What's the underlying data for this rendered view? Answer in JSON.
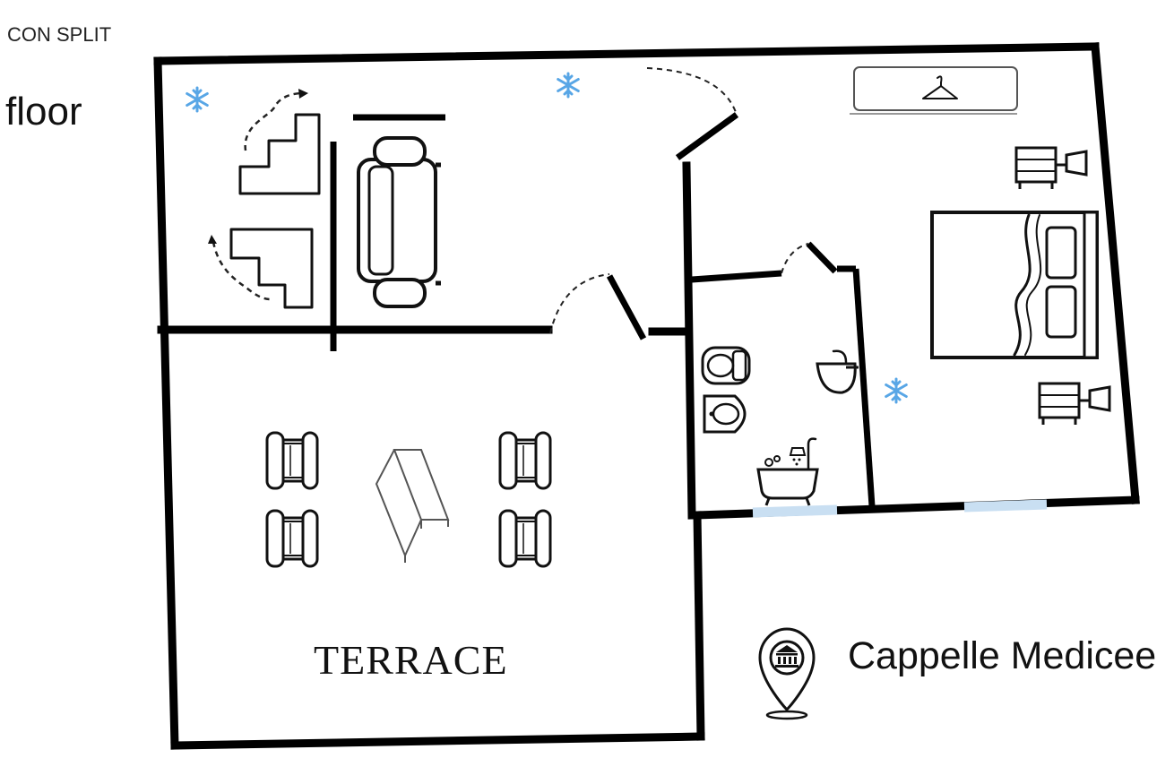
{
  "header": {
    "top_label": "CON SPLIT",
    "floor_label": "floor"
  },
  "rooms": {
    "terrace_label": "TERRACE"
  },
  "poi": {
    "name": "Cappelle Medicee",
    "icon": "museum-pin-icon"
  },
  "colors": {
    "walls": "#000000",
    "ac_icon": "#58a6e6",
    "window": "#c9dff2",
    "background": "#ffffff"
  },
  "icons": [
    "snowflake-icon",
    "stairs-icon",
    "sofa-icon",
    "coat-hanger-icon",
    "nightstand-lamp-icon",
    "double-bed-icon",
    "toilet-icon",
    "bidet-icon",
    "sink-icon",
    "bathtub-shower-icon",
    "armchair-icon",
    "table-icon",
    "museum-pin-icon"
  ]
}
